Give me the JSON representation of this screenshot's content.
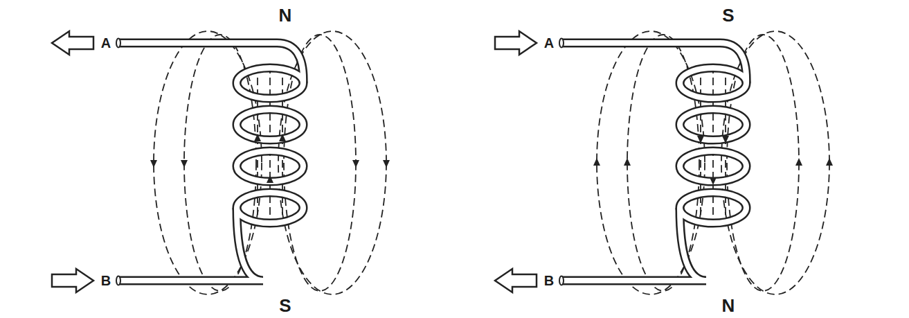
{
  "diagram": {
    "labels": [
      "A",
      "N",
      "B",
      "S",
      "A",
      "S",
      "B",
      "N"
    ]
  }
}
